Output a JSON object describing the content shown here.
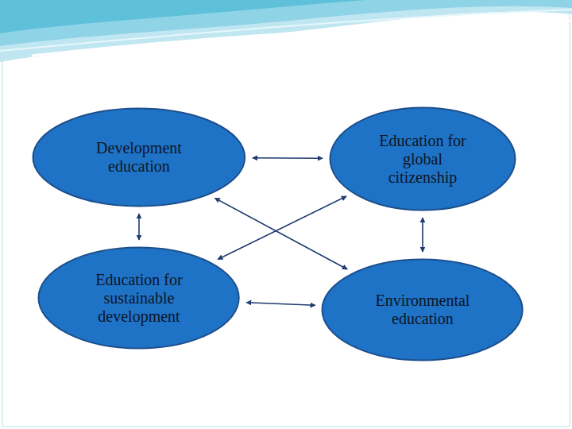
{
  "diagram": {
    "nodes": [
      {
        "text": [
          "Development education"
        ]
      },
      {
        "text": [
          "Education for global citizenship"
        ]
      },
      {
        "text": [
          "Education for sustainable development"
        ]
      },
      {
        "text": [
          "Environmental education"
        ]
      }
    ],
    "edges": [
      {
        "from": 0,
        "to": 1,
        "arrow": "both"
      },
      {
        "from": 0,
        "to": 2,
        "arrow": "both"
      },
      {
        "from": 0,
        "to": 3,
        "arrow": "both"
      },
      {
        "from": 1,
        "to": 2,
        "arrow": "both"
      },
      {
        "from": 1,
        "to": 3,
        "arrow": "both"
      },
      {
        "from": 2,
        "to": 3,
        "arrow": "both"
      }
    ]
  }
}
